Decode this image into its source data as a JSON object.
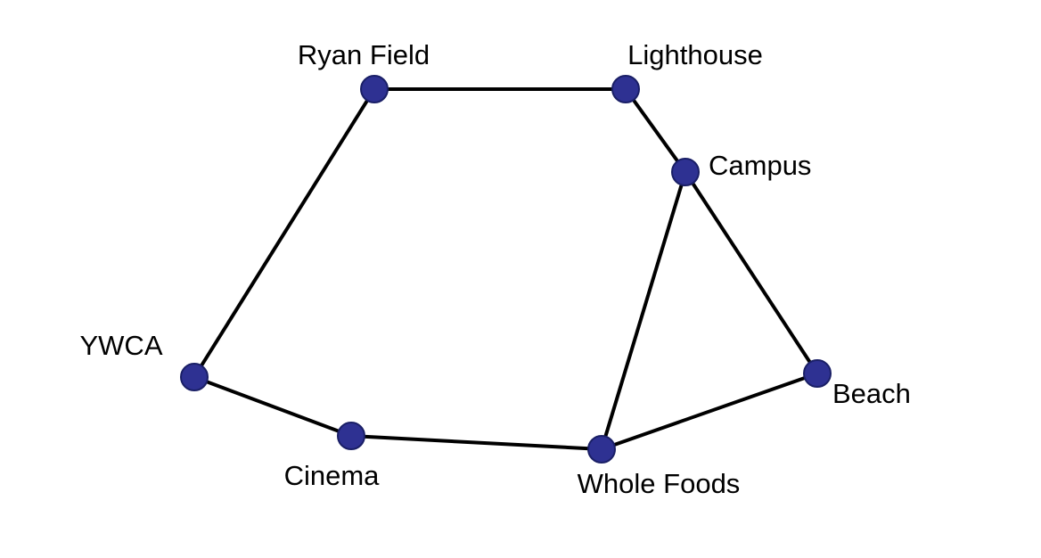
{
  "diagram": {
    "node_color": "#2e3192",
    "edge_color": "#000000",
    "nodes": [
      {
        "id": "ryan_field",
        "label": "Ryan Field"
      },
      {
        "id": "lighthouse",
        "label": "Lighthouse"
      },
      {
        "id": "campus",
        "label": "Campus"
      },
      {
        "id": "ywca",
        "label": "YWCA"
      },
      {
        "id": "beach",
        "label": "Beach"
      },
      {
        "id": "cinema",
        "label": "Cinema"
      },
      {
        "id": "whole_foods",
        "label": "Whole Foods"
      }
    ],
    "edges": [
      {
        "from": "ryan_field",
        "to": "lighthouse"
      },
      {
        "from": "lighthouse",
        "to": "campus"
      },
      {
        "from": "campus",
        "to": "beach"
      },
      {
        "from": "campus",
        "to": "whole_foods"
      },
      {
        "from": "ryan_field",
        "to": "ywca"
      },
      {
        "from": "ywca",
        "to": "cinema"
      },
      {
        "from": "cinema",
        "to": "whole_foods"
      },
      {
        "from": "whole_foods",
        "to": "beach"
      }
    ]
  }
}
